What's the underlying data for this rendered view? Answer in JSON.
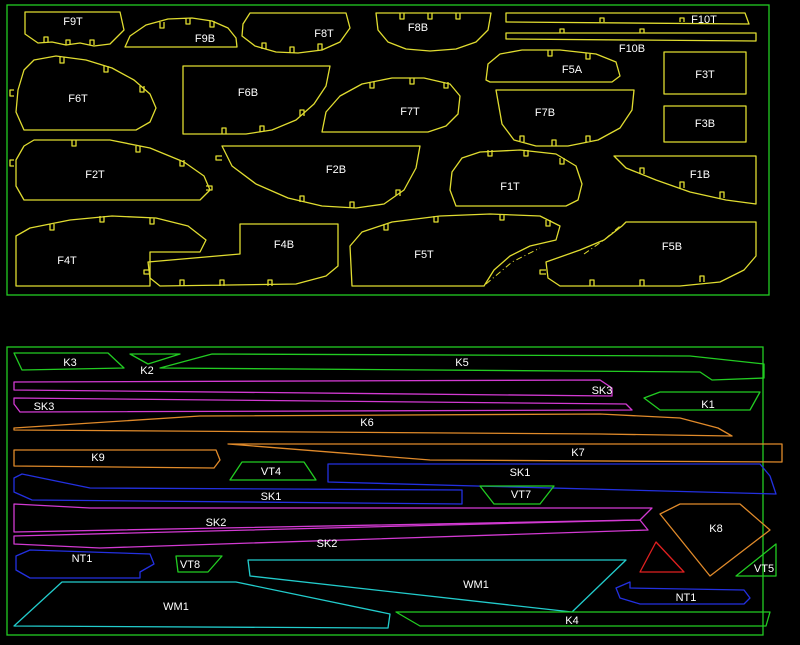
{
  "colors": {
    "background": "#000000",
    "sheet": "#22cc22",
    "label": "#ffffff",
    "yellow": "#e0dc30",
    "green": "#22cc22",
    "magenta": "#d23ad2",
    "orange": "#e08a2a",
    "blue": "#2330e0",
    "cyan": "#22cccc",
    "red": "#e02020"
  },
  "sheets": [
    {
      "name": "former-sheet"
    },
    {
      "name": "stick-sheet"
    }
  ],
  "formers": [
    {
      "label": "F9T",
      "color": "yellow"
    },
    {
      "label": "F9B",
      "color": "yellow"
    },
    {
      "label": "F8T",
      "color": "yellow"
    },
    {
      "label": "F8B",
      "color": "yellow"
    },
    {
      "label": "F10T",
      "color": "yellow"
    },
    {
      "label": "F10B",
      "color": "yellow"
    },
    {
      "label": "F6T",
      "color": "yellow"
    },
    {
      "label": "F6B",
      "color": "yellow"
    },
    {
      "label": "F7T",
      "color": "yellow"
    },
    {
      "label": "F5A",
      "color": "yellow"
    },
    {
      "label": "F7B",
      "color": "yellow"
    },
    {
      "label": "F3T",
      "color": "yellow"
    },
    {
      "label": "F3B",
      "color": "yellow"
    },
    {
      "label": "F2T",
      "color": "yellow"
    },
    {
      "label": "F2B",
      "color": "yellow"
    },
    {
      "label": "F1T",
      "color": "yellow"
    },
    {
      "label": "F1B",
      "color": "yellow"
    },
    {
      "label": "F4T",
      "color": "yellow"
    },
    {
      "label": "F4B",
      "color": "yellow"
    },
    {
      "label": "F5T",
      "color": "yellow"
    },
    {
      "label": "F5B",
      "color": "yellow"
    }
  ],
  "sticks": [
    {
      "label": "K3",
      "color": "green"
    },
    {
      "label": "K2",
      "color": "green"
    },
    {
      "label": "K5",
      "color": "green"
    },
    {
      "label": "SK3",
      "color": "magenta"
    },
    {
      "label": "SK3",
      "color": "magenta"
    },
    {
      "label": "K1",
      "color": "green"
    },
    {
      "label": "K6",
      "color": "orange"
    },
    {
      "label": "K7",
      "color": "orange"
    },
    {
      "label": "K9",
      "color": "orange"
    },
    {
      "label": "VT4",
      "color": "green"
    },
    {
      "label": "SK1",
      "color": "blue"
    },
    {
      "label": "SK1",
      "color": "blue"
    },
    {
      "label": "VT7",
      "color": "green"
    },
    {
      "label": "SK2",
      "color": "magenta"
    },
    {
      "label": "SK2",
      "color": "magenta"
    },
    {
      "label": "K8",
      "color": "orange"
    },
    {
      "label": "",
      "color": "red"
    },
    {
      "label": "NT1",
      "color": "blue"
    },
    {
      "label": "VT8",
      "color": "green"
    },
    {
      "label": "WM1",
      "color": "cyan"
    },
    {
      "label": "WM1",
      "color": "cyan"
    },
    {
      "label": "VT5",
      "color": "green"
    },
    {
      "label": "NT1",
      "color": "blue"
    },
    {
      "label": "K4",
      "color": "green"
    }
  ]
}
